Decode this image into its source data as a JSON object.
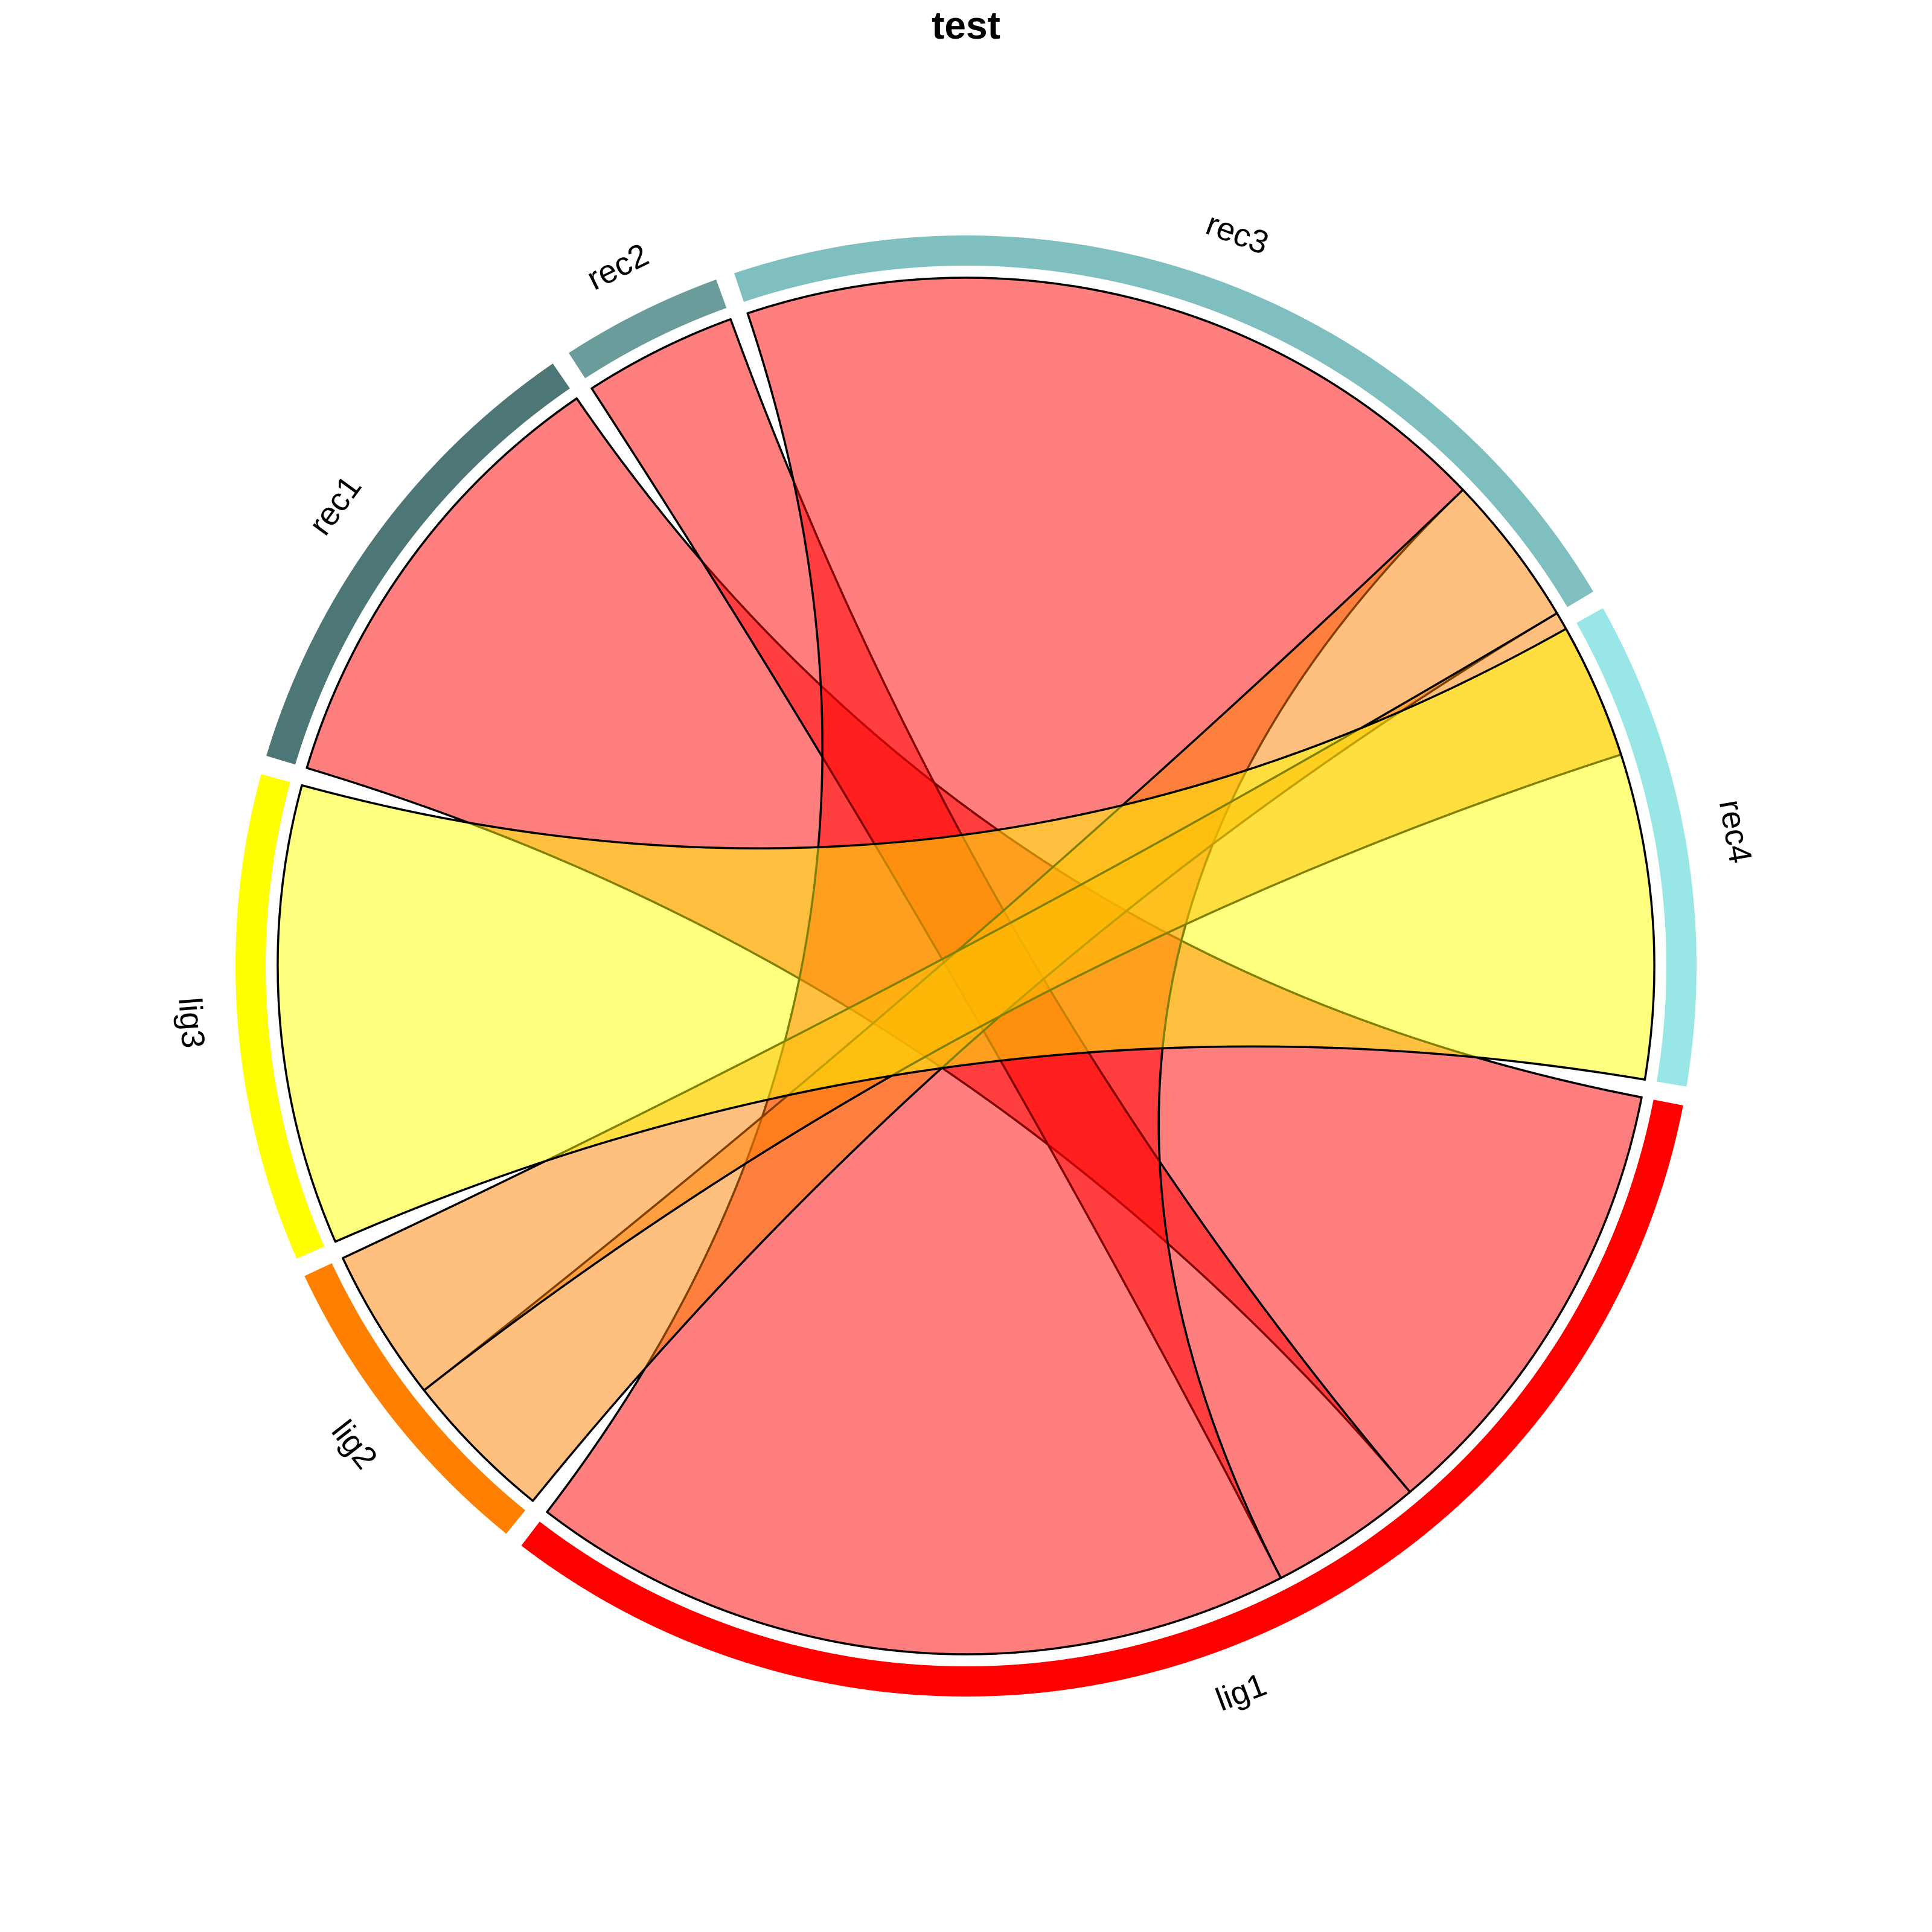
{
  "chart_data": {
    "type": "chord",
    "title": "test",
    "sectors": [
      {
        "name": "lig1",
        "color": "#FF0000",
        "total": 9
      },
      {
        "name": "lig2",
        "color": "#FF8000",
        "total": 2
      },
      {
        "name": "lig3",
        "color": "#FFFF00",
        "total": 3
      },
      {
        "name": "rec1",
        "color": "#4D7676",
        "total": 3
      },
      {
        "name": "rec2",
        "color": "#6A9C9C",
        "total": 1
      },
      {
        "name": "rec3",
        "color": "#7FBFBF",
        "total": 6
      },
      {
        "name": "rec4",
        "color": "#99E6E6",
        "total": 3
      }
    ],
    "links": [
      {
        "from": "lig1",
        "to": "rec1",
        "value": 3,
        "color": "#FF0000"
      },
      {
        "from": "lig1",
        "to": "rec2",
        "value": 1,
        "color": "#FF0000"
      },
      {
        "from": "lig1",
        "to": "rec3",
        "value": 5,
        "color": "#FF0000"
      },
      {
        "from": "lig2",
        "to": "rec3",
        "value": 1,
        "color": "#FF8000"
      },
      {
        "from": "lig2",
        "to": "rec3",
        "value": 1,
        "color": "#FF8000"
      },
      {
        "from": "lig3",
        "to": "rec4",
        "value": 3,
        "color": "#FFFF00"
      }
    ]
  }
}
